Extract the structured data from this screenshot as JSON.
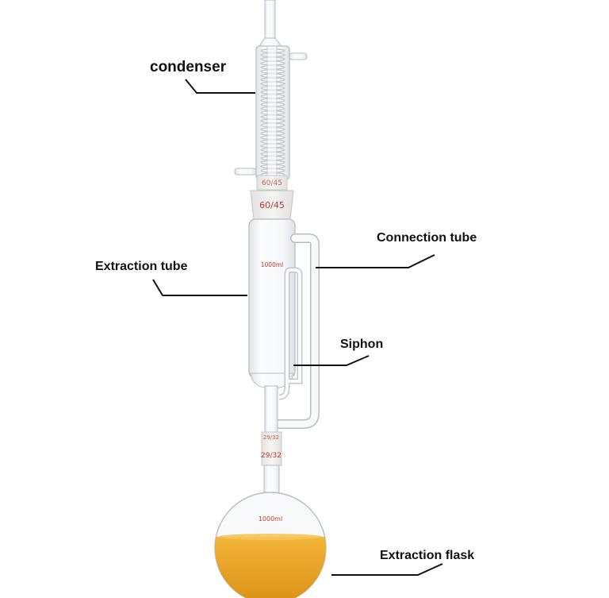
{
  "labels": {
    "condenser": "condenser",
    "extraction_tube": "Extraction tube",
    "connection_tube": "Connection tube",
    "siphon": "Siphon",
    "extraction_flask": "Extraction flask"
  },
  "markings": {
    "condenser_joint_upper": "60/45",
    "condenser_joint_lower": "60/45",
    "tube_volume": "1000ml",
    "tube_joint_upper": "29/32",
    "tube_joint_lower": "29/32",
    "flask_volume": "1000ml"
  },
  "colors": {
    "glass_edge": "#b9bec3",
    "glass_fill": "#f4f7f9",
    "liquid": "#e8a21f",
    "marking_text": "#c0392b",
    "leader_line": "#111111"
  }
}
